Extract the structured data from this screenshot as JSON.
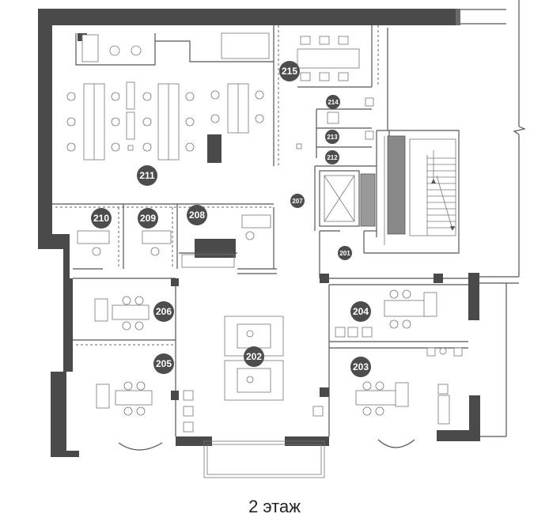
{
  "rooms": [
    {
      "id": "room-215",
      "label": "215"
    },
    {
      "id": "room-214",
      "label": "214"
    },
    {
      "id": "room-213",
      "label": "213"
    },
    {
      "id": "room-212",
      "label": "212"
    },
    {
      "id": "room-211",
      "label": "211"
    },
    {
      "id": "room-210",
      "label": "210"
    },
    {
      "id": "room-209",
      "label": "209"
    },
    {
      "id": "room-208",
      "label": "208"
    },
    {
      "id": "room-207",
      "label": "207"
    },
    {
      "id": "room-206",
      "label": "206"
    },
    {
      "id": "room-205",
      "label": "205"
    },
    {
      "id": "room-204",
      "label": "204"
    },
    {
      "id": "room-203",
      "label": "203"
    },
    {
      "id": "room-202",
      "label": "202"
    },
    {
      "id": "room-201",
      "label": "201"
    }
  ],
  "caption": "2 этаж"
}
